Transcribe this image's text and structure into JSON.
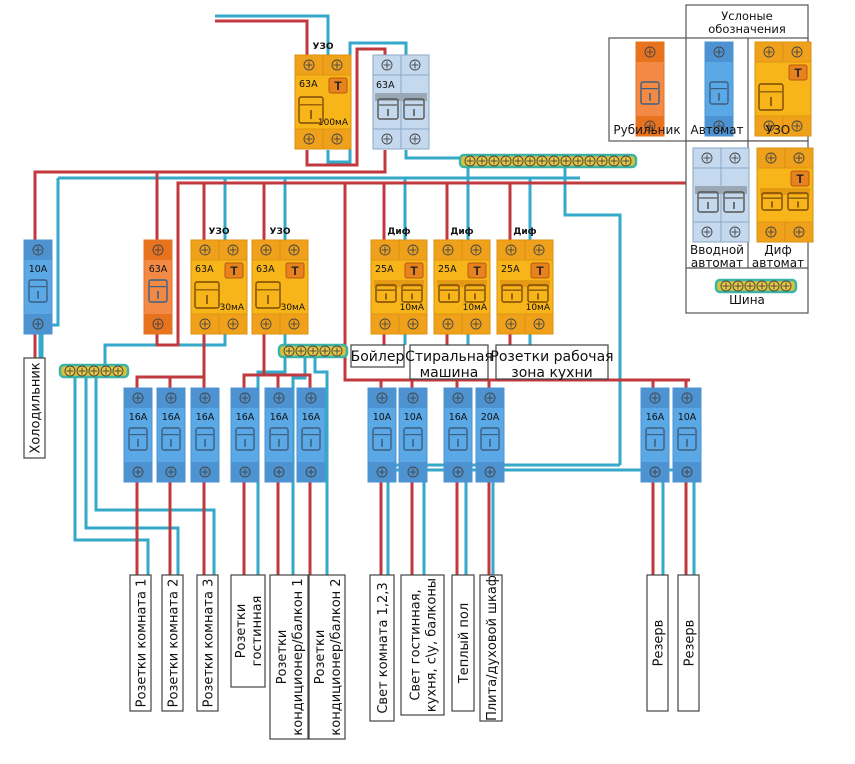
{
  "title": "Схема электрощита",
  "colors": {
    "phase_wire": "#c0393f",
    "neutral_wire": "#35a9c9",
    "rcd_body": "#f7b519",
    "rcd_terminal": "#f0a11c",
    "rcd_test": "#e8821f",
    "breaker_body": "#5ba8e6",
    "breaker_dark": "#4d93d1",
    "switch_body": "#f28a45",
    "switch_dark": "#e8731f",
    "main_breaker_body": "#c5d9ee",
    "busbar_fill": "#d8c23a",
    "busbar_border": "#3bb3a5"
  },
  "legend": {
    "title": "Услоные обозначения",
    "items": [
      {
        "id": "switch",
        "label": "Рубильник"
      },
      {
        "id": "breaker",
        "label": "Автомат"
      },
      {
        "id": "rcd",
        "label": "УЗО"
      },
      {
        "id": "main_breaker",
        "label": "Вводной автомат"
      },
      {
        "id": "rcbo",
        "label": "Диф автомат"
      },
      {
        "id": "busbar",
        "label": "Шина"
      }
    ]
  },
  "input": {
    "rcd": {
      "tag": "УЗО",
      "rating": "63А",
      "sensitivity": "100мА",
      "test": "T"
    },
    "main_breaker": {
      "rating": "63А"
    }
  },
  "devices": {
    "fridge_breaker": {
      "rating": "10А"
    },
    "main_switch": {
      "rating": "63А"
    },
    "rcd1": {
      "tag": "УЗО",
      "rating": "63А",
      "sensitivity": "30мА",
      "test": "T"
    },
    "rcd2": {
      "tag": "УЗО",
      "rating": "63А",
      "sensitivity": "30мА",
      "test": "T"
    },
    "rcbo": [
      {
        "tag": "Диф",
        "rating": "25А",
        "sensitivity": "10мА",
        "test": "T",
        "load": "Бойлер"
      },
      {
        "tag": "Диф",
        "rating": "25А",
        "sensitivity": "10мА",
        "test": "T",
        "load": "Стиральная машина"
      },
      {
        "tag": "Диф",
        "rating": "25А",
        "sensitivity": "10мА",
        "test": "T",
        "load": "Розетки рабочая зона кухни"
      }
    ]
  },
  "fridge_label": "Холодильник",
  "breakers": [
    {
      "rating": "16А",
      "load": "Розетки комната 1"
    },
    {
      "rating": "16А",
      "load": "Розетки комната 2"
    },
    {
      "rating": "16А",
      "load": "Розетки комната 3"
    },
    {
      "rating": "16А",
      "load": "Розетки гостинная"
    },
    {
      "rating": "16А",
      "load": "Розетки кондиционер/балкон 1"
    },
    {
      "rating": "16А",
      "load": "Розетки кондиционер/балкон 2"
    },
    {
      "rating": "10А",
      "load": "Свет комната 1,2,3"
    },
    {
      "rating": "10А",
      "load": "Свет гостинная, кухня, с\\у, балконы"
    },
    {
      "rating": "16А",
      "load": "Теплый пол"
    },
    {
      "rating": "20А",
      "load": "Плита/духовой шкаф"
    },
    {
      "rating": "16А",
      "load": "Резерв"
    },
    {
      "rating": "10А",
      "load": "Резерв"
    }
  ]
}
